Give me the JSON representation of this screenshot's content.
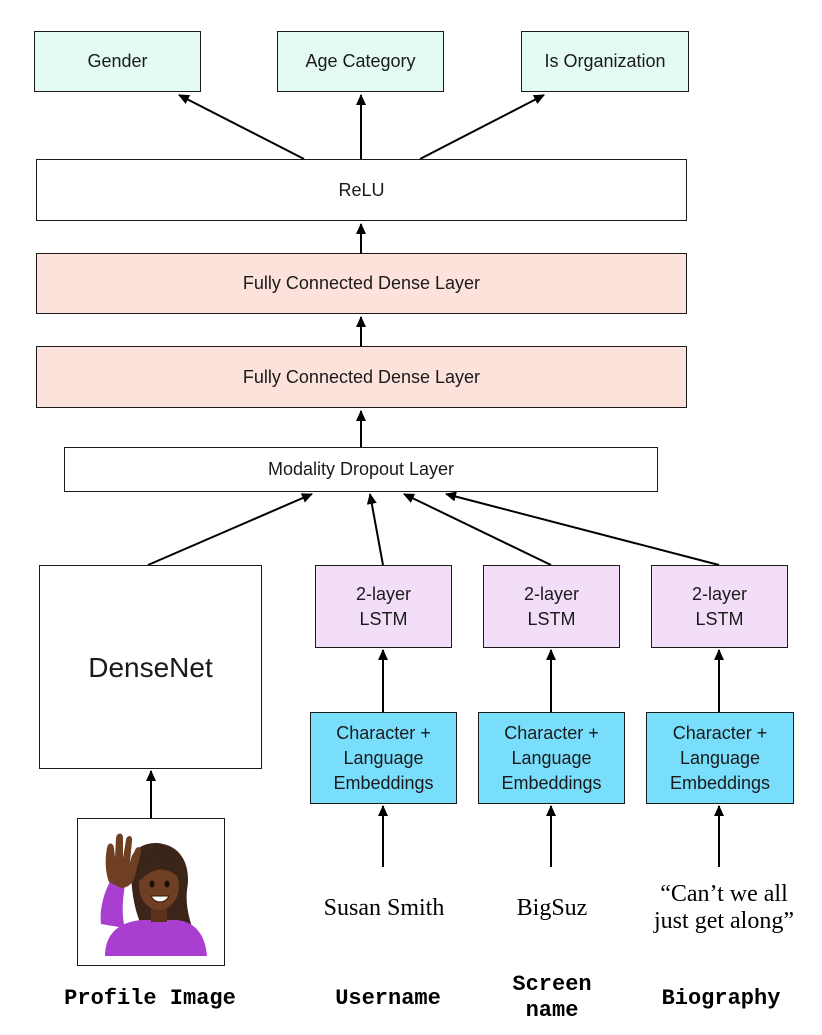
{
  "outputs": {
    "gender": "Gender",
    "age_category": "Age Category",
    "is_organization": "Is Organization"
  },
  "layers": {
    "relu": "ReLU",
    "dense_1": "Fully Connected Dense Layer",
    "dense_2": "Fully Connected Dense Layer",
    "dropout": "Modality Dropout Layer",
    "densenet": "DenseNet"
  },
  "lstm": {
    "line1": "2-layer",
    "line2": "LSTM"
  },
  "embeddings": {
    "line1": "Character +",
    "line2": "Language",
    "line3": "Embeddings"
  },
  "examples": {
    "username": "Susan Smith",
    "screen_name": "BigSuz",
    "biography_line1": "“Can’t we all",
    "biography_line2": "just get along”"
  },
  "inputs": {
    "profile_image": "Profile Image",
    "username": "Username",
    "screen_name_line1": "Screen",
    "screen_name_line2": "name",
    "biography": "Biography"
  },
  "colors": {
    "output_box": "#e3fbf2",
    "dense_box": "#fde2dc",
    "lstm_box": "#f3def9",
    "embedding_box": "#78defb"
  },
  "image": {
    "emoji": "person-raising-hand"
  }
}
